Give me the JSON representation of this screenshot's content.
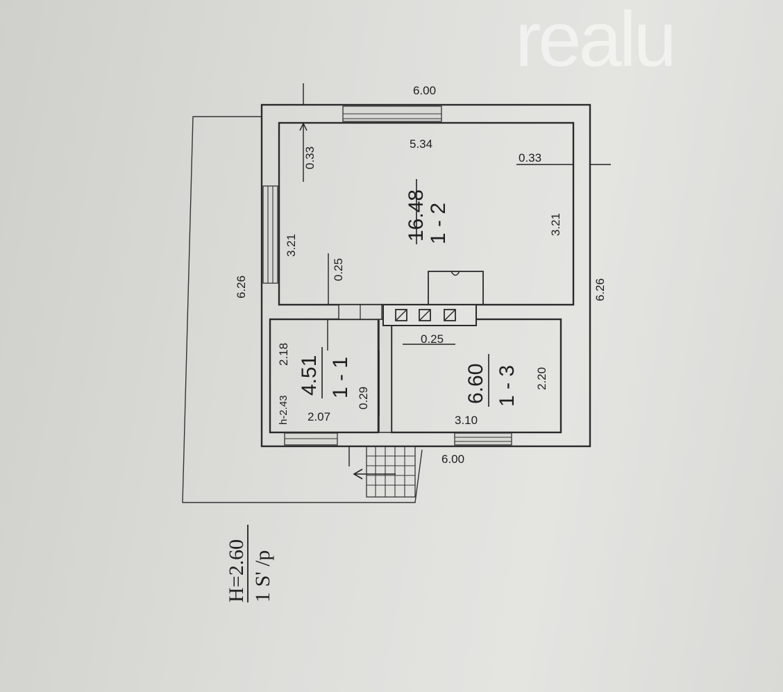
{
  "logo": {
    "text": "realu",
    "color": "#f3f3f1"
  },
  "colors": {
    "paper": "#dededb",
    "ink": "#222222"
  },
  "dimensions": {
    "outer_top": "6.00",
    "outer_bottom": "6.00",
    "outer_left": "6.26",
    "outer_right": "6.26",
    "inner_top": "5.34",
    "wall_top_left": "0.33",
    "wall_right": "0.33",
    "room12_left": "3.21",
    "room12_right": "3.21",
    "partition_a": "0.25",
    "partition_b": "0.25",
    "room11_depth": "2.18",
    "room11_height": "h-2.43",
    "room11_width": "2.07",
    "partition_c": "0.29",
    "room13_depth": "2.20",
    "room13_width": "3.10"
  },
  "rooms": [
    {
      "id": "1 - 2",
      "area": "16.48"
    },
    {
      "id": "1 - 1",
      "area": "4.51"
    },
    {
      "id": "1 - 3",
      "area": "6.60"
    }
  ],
  "legend": {
    "top": "1 S' /p",
    "bottom": "H=2.60"
  }
}
